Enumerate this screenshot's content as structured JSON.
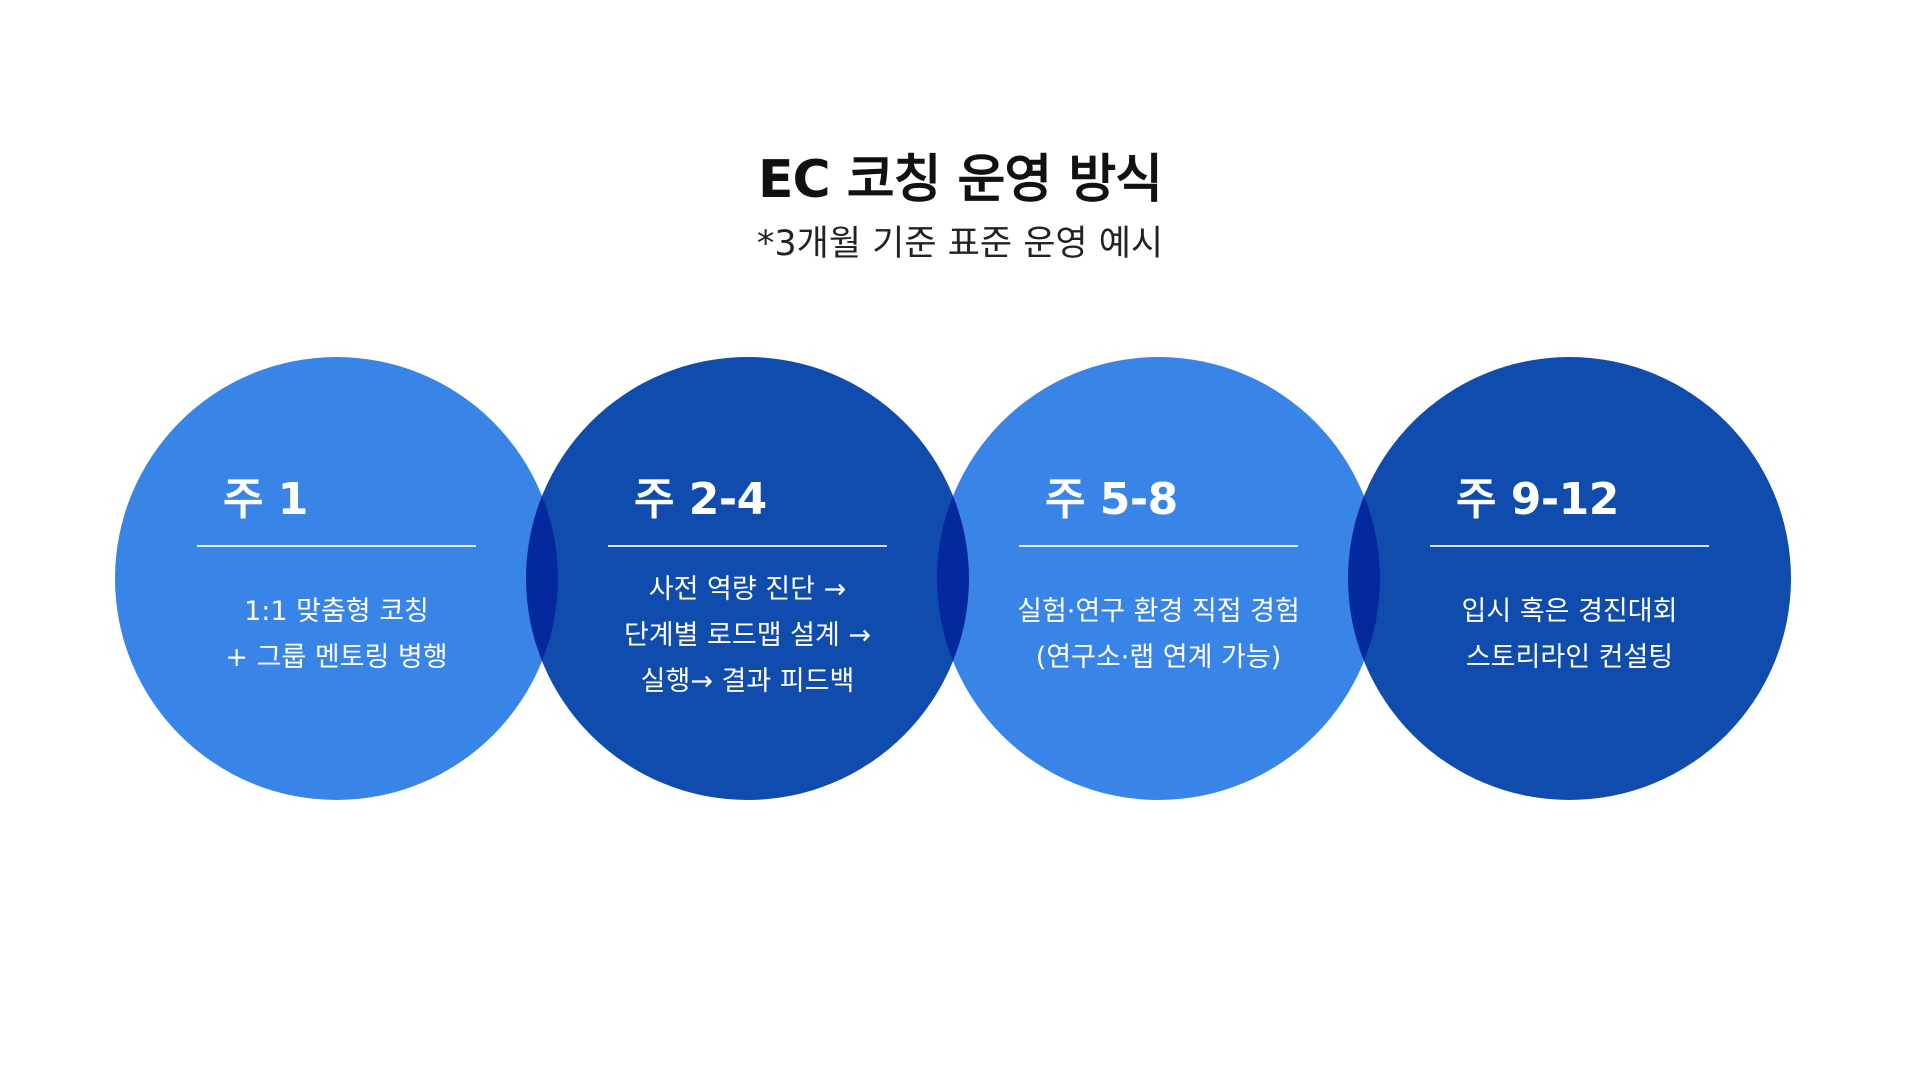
{
  "header": {
    "title": "EC 코칭 운영 방식",
    "subtitle": "*3개월 기준 표준 운영 예시"
  },
  "colors": {
    "light_circle": "#2f80e6",
    "dark_circle": "#0b4dad"
  },
  "stages": [
    {
      "week": "주 1",
      "lines": [
        "1:1 맞춤형 코칭",
        "+ 그룹 멘토링 병행"
      ]
    },
    {
      "week": "주 2-4",
      "lines": [
        "사전 역량 진단 →",
        "단계별 로드맵 설계 →",
        "실행→  결과 피드백"
      ]
    },
    {
      "week": "주 5-8",
      "lines": [
        "실험·연구 환경 직접 경험",
        "(연구소·랩 연계 가능)"
      ]
    },
    {
      "week": "주 9-12",
      "lines": [
        "입시 혹은 경진대회",
        "스토리라인 컨설팅"
      ]
    }
  ]
}
